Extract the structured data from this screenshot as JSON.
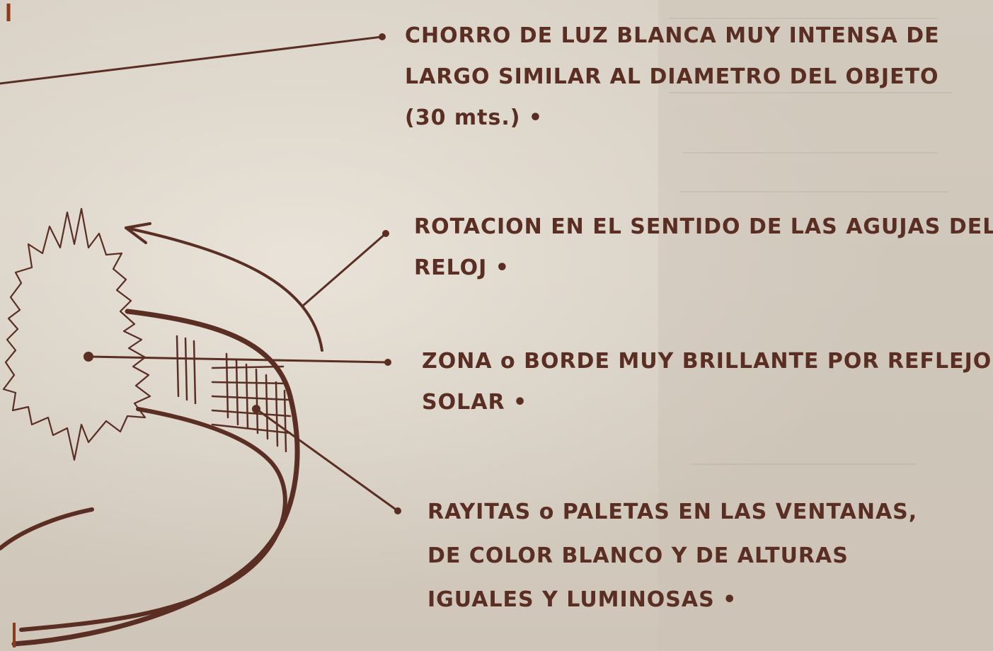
{
  "annotations": [
    {
      "id": "light-beam",
      "lines": [
        "CHORRO DE LUZ BLANCA MUY INTENSA DE",
        "LARGO SIMILAR AL DIAMETRO DEL OBJETO",
        "(30 mts.) •"
      ]
    },
    {
      "id": "rotation",
      "lines": [
        "ROTACION EN EL SENTIDO DE LAS AGUJAS DEL",
        "RELOJ •"
      ]
    },
    {
      "id": "bright-edge",
      "lines": [
        "ZONA o BORDE MUY BRILLANTE POR REFLEJO",
        "SOLAR •"
      ]
    },
    {
      "id": "window-stripes",
      "lines": [
        "RAYITAS o PALETAS EN LAS VENTANAS,",
        "DE COLOR BLANCO Y DE ALTURAS",
        "IGUALES Y LUMINOSAS •"
      ]
    }
  ],
  "colors": {
    "ink": "#5a2e22",
    "paper": "#d8d0c4"
  }
}
